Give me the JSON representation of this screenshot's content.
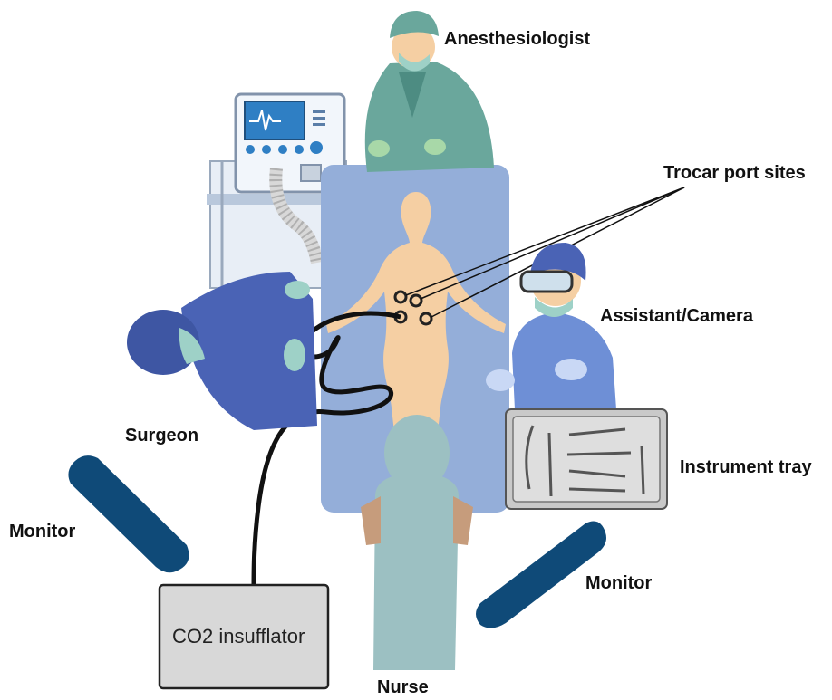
{
  "labels": {
    "anesthesiologist": "Anesthesiologist",
    "trocar_port_sites": "Trocar port sites",
    "assistant_camera": "Assistant/Camera",
    "surgeon": "Surgeon",
    "instrument_tray": "Instrument tray",
    "monitor_left": "Monitor",
    "monitor_right": "Monitor",
    "nurse": "Nurse",
    "co2_insufflator": "CO2 insufflator"
  },
  "colors": {
    "table_blue": "#94aed9",
    "scrubs_green": "#6aa79c",
    "scrubs_blue": "#4a63b5",
    "assistant_blue": "#6e8fd6",
    "nurse_teal": "#9cc0c2",
    "patient_skin": "#f5cfa3",
    "monitor_navy": "#0f4a78",
    "insufflator_gray": "#d8d8d8",
    "tube_black": "#111111"
  }
}
